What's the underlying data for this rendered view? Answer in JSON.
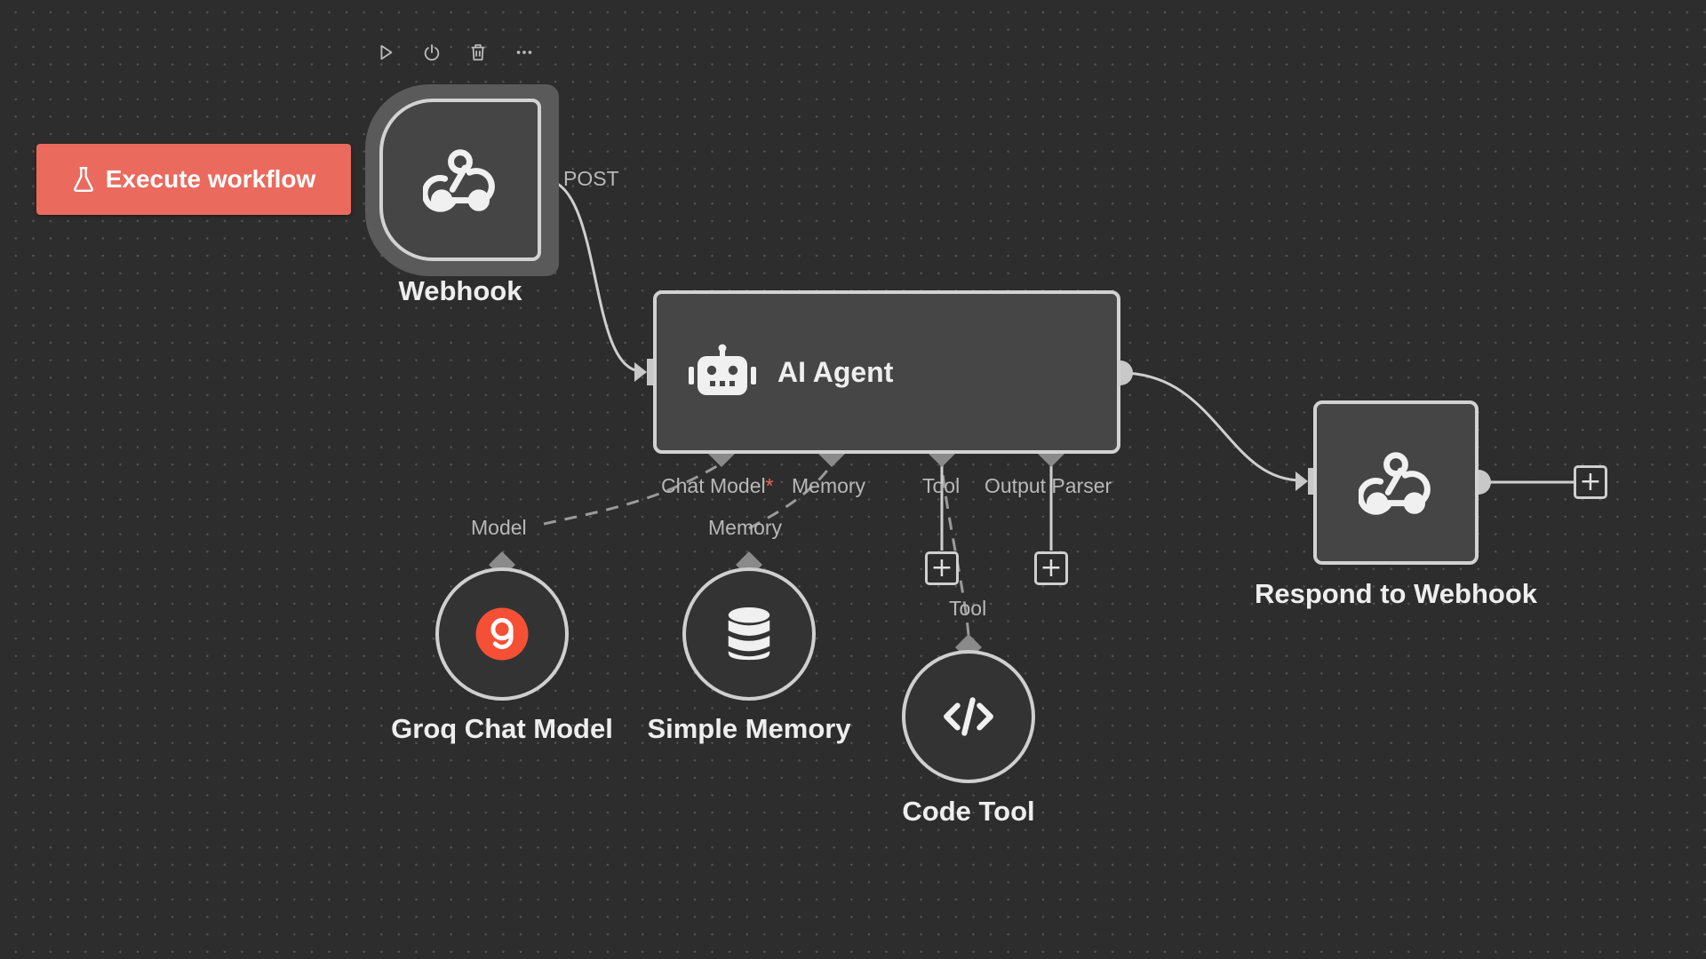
{
  "toolbar": {
    "run_icon": "play-icon",
    "power_icon": "power-icon",
    "delete_icon": "trash-icon",
    "more_icon": "ellipsis-icon"
  },
  "execute_button": {
    "label": "Execute workflow",
    "icon": "flask-icon",
    "color": "#ea6a5e"
  },
  "nodes": {
    "webhook": {
      "label": "Webhook",
      "output_label": "POST",
      "icon": "webhook-icon"
    },
    "ai_agent": {
      "label": "AI Agent",
      "icon": "robot-icon"
    },
    "respond": {
      "label": "Respond to Webhook",
      "icon": "webhook-icon"
    },
    "groq": {
      "label": "Groq Chat Model",
      "port_label": "Model",
      "icon": "groq-logo-icon",
      "brand_color": "#f55036"
    },
    "memory": {
      "label": "Simple Memory",
      "port_label": "Memory",
      "icon": "database-icon"
    },
    "code_tool": {
      "label": "Code Tool",
      "port_label": "Tool",
      "icon": "code-icon"
    }
  },
  "agent_ports": {
    "chat_model": "Chat Model",
    "chat_model_required": "*",
    "memory": "Memory",
    "tool": "Tool",
    "output_parser": "Output Parser"
  },
  "colors": {
    "canvas": "#2d2d2d",
    "node_fill": "#454545",
    "node_border": "#d2d2d2",
    "edge": "#cfcfcf",
    "required": "#ea6a5e"
  }
}
